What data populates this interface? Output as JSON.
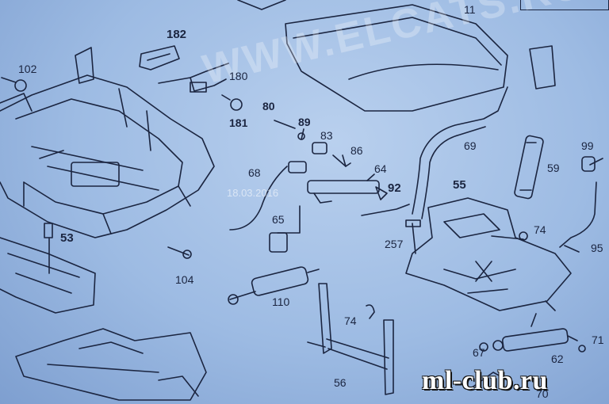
{
  "diagram": {
    "callouts": [
      {
        "id": "c11",
        "text": "11"
      },
      {
        "id": "c182",
        "text": "182"
      },
      {
        "id": "c102",
        "text": "102"
      },
      {
        "id": "c180",
        "text": "180"
      },
      {
        "id": "c80",
        "text": "80"
      },
      {
        "id": "c181",
        "text": "181"
      },
      {
        "id": "c89",
        "text": "89"
      },
      {
        "id": "c83",
        "text": "83"
      },
      {
        "id": "c86",
        "text": "86"
      },
      {
        "id": "c69",
        "text": "69"
      },
      {
        "id": "c99",
        "text": "99"
      },
      {
        "id": "c59",
        "text": "59"
      },
      {
        "id": "c68",
        "text": "68"
      },
      {
        "id": "c64",
        "text": "64"
      },
      {
        "id": "c92",
        "text": "92"
      },
      {
        "id": "c55",
        "text": "55"
      },
      {
        "id": "c53",
        "text": "53"
      },
      {
        "id": "c65",
        "text": "65"
      },
      {
        "id": "c257",
        "text": "257"
      },
      {
        "id": "c74a",
        "text": "74"
      },
      {
        "id": "c95",
        "text": "95"
      },
      {
        "id": "c104",
        "text": "104"
      },
      {
        "id": "c110",
        "text": "110"
      },
      {
        "id": "c74b",
        "text": "74"
      },
      {
        "id": "c67",
        "text": "67"
      },
      {
        "id": "c71",
        "text": "71"
      },
      {
        "id": "c62",
        "text": "62"
      },
      {
        "id": "c56",
        "text": "56"
      },
      {
        "id": "c70",
        "text": "70"
      }
    ],
    "watermark": "WWW.ELCATS.RU",
    "date_stamp": "18.03.2016",
    "logo": "ml-club.ru"
  },
  "colors": {
    "line": "#1b2540",
    "paper": "#a9c4ea"
  }
}
